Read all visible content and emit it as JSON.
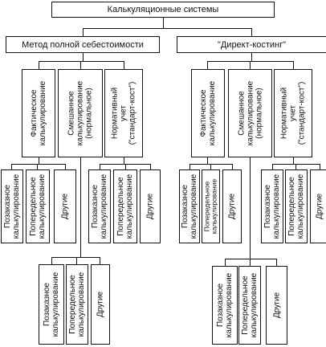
{
  "root": {
    "label": "Калькуляционные системы"
  },
  "methods": [
    {
      "label": "Метод полной себестоимости",
      "kinds": [
        {
          "label": "Фактическое калькулирование",
          "types": [
            "Позаказное калькулирование",
            "Попередельное калькулирование",
            "Другие"
          ]
        },
        {
          "label": "Смешанное калькулирование (нормальное)",
          "types": [
            "Позаказное калькулирование",
            "Попередельное калькулирование",
            "Другие"
          ]
        },
        {
          "label": "Нормативный учет (\"стандарт-кост\")",
          "types": [
            "Позаказное калькулирование",
            "Попередельное калькулирование",
            "Другие"
          ]
        }
      ]
    },
    {
      "label": "\"Директ-костинг\"",
      "kinds": [
        {
          "label": "Фактическое калькулирование",
          "types": [
            "Позаказное калькулирование",
            "Попередельное калькулирование",
            "Другие"
          ]
        },
        {
          "label": "Смешанное калькулирование (нормальное)",
          "types": [
            "Позаказное калькулирование",
            "Попередельное калькулирование",
            "Другие"
          ]
        },
        {
          "label": "Нормативный учет (\"стандарт-кост\")",
          "types": [
            "Позаказное калькулирование",
            "Попередельное калькулирование",
            "Другие"
          ]
        }
      ]
    }
  ]
}
